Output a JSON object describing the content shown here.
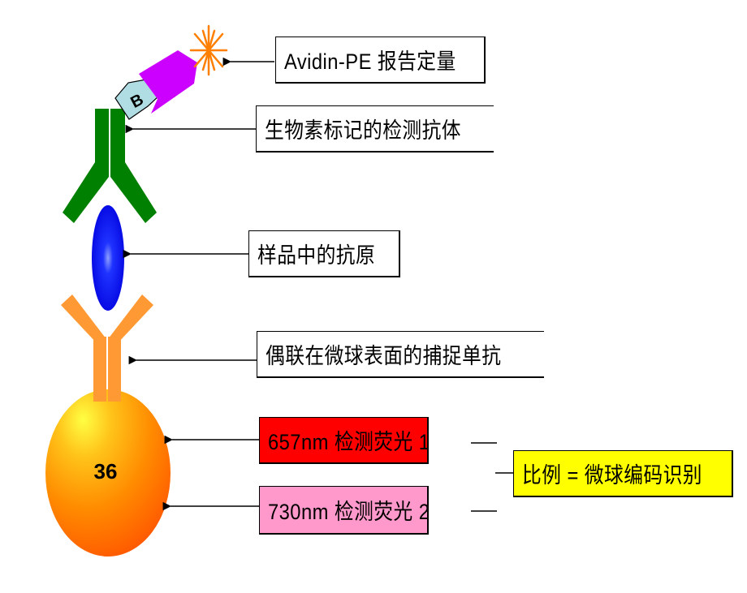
{
  "diagram": {
    "title": "Luminex xMAP microsphere sandwich immunoassay schematic",
    "components": {
      "biotin_tag": {
        "label": "B",
        "color": "#b0dde3"
      },
      "reporter": {
        "color": "#cc00ff",
        "star_color": "#ff7f00"
      },
      "detection_antibody": {
        "color": "#008000"
      },
      "antigen": {
        "color": "#0000ee"
      },
      "capture_antibody": {
        "color": "#ff9933"
      },
      "microsphere": {
        "label": "36",
        "color_center": "#ffff44",
        "color_edge": "#ff5500"
      }
    },
    "labels": [
      {
        "id": "reporter",
        "text": "Avidin-PE 报告定量",
        "bg": "#ffffff"
      },
      {
        "id": "detection-antibody",
        "text": "生物素标记的检测抗体",
        "bg": "#ffffff"
      },
      {
        "id": "antigen",
        "text": "样品中的抗原",
        "bg": "#ffffff"
      },
      {
        "id": "capture-antibody",
        "text": "偶联在微球表面的捕捉单抗",
        "bg": "#ffffff"
      },
      {
        "id": "fluor-657",
        "text": "657nm 检测荧光 1",
        "bg": "#ff0000"
      },
      {
        "id": "fluor-730",
        "text": "730nm 检测荧光 2",
        "bg": "#ff99cc"
      },
      {
        "id": "ratio",
        "text": "比例 = 微球编码识别",
        "bg": "#ffff00"
      }
    ]
  }
}
